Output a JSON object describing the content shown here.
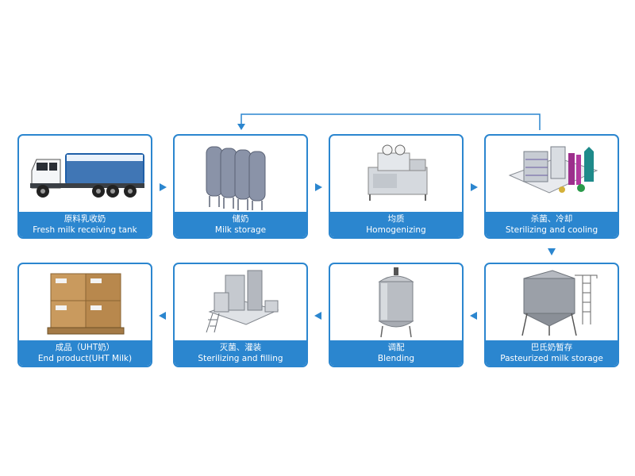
{
  "steps": [
    {
      "zh": "原料乳收奶",
      "en": "Fresh milk receiving tank",
      "icon": "milk-tanker-truck-icon"
    },
    {
      "zh": "储奶",
      "en": "Milk storage",
      "icon": "storage-silos-icon"
    },
    {
      "zh": "均质",
      "en": "Homogenizing",
      "icon": "homogenizer-machine-icon"
    },
    {
      "zh": "杀菌、冷却",
      "en": "Sterilizing and cooling",
      "icon": "sterilizer-plant-icon"
    },
    {
      "zh": "巴氏奶暂存",
      "en": "Pasteurized milk storage",
      "icon": "pasteurized-tank-icon"
    },
    {
      "zh": "调配",
      "en": "Blending",
      "icon": "blending-tank-icon"
    },
    {
      "zh": "灭菌、灌装",
      "en": "Sterilizing and filling",
      "icon": "filling-machine-icon"
    },
    {
      "zh": "成品（UHT奶）",
      "en": "End product(UHT Milk)",
      "icon": "boxed-pallet-icon"
    }
  ],
  "colors": {
    "accent": "#2b86cf",
    "arrow": "#2b86cf",
    "label_text": "#ffffff"
  }
}
